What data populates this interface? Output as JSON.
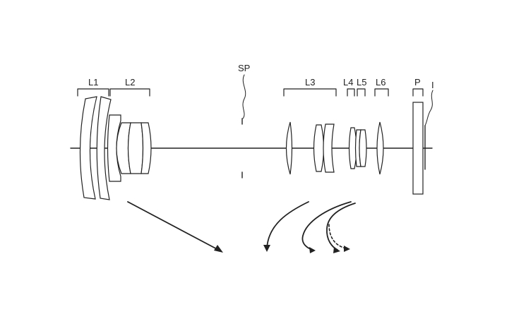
{
  "diagram": {
    "groups": [
      {
        "id": "L1",
        "label": "L1"
      },
      {
        "id": "L2",
        "label": "L2"
      },
      {
        "id": "L3",
        "label": "L3"
      },
      {
        "id": "L4",
        "label": "L4"
      },
      {
        "id": "L5",
        "label": "L5"
      },
      {
        "id": "L6",
        "label": "L6"
      },
      {
        "id": "P",
        "label": "P"
      }
    ],
    "stop_label": "SP",
    "image_plane_label": "I",
    "colors": {
      "ink": "#222222",
      "background": "#ffffff"
    }
  }
}
